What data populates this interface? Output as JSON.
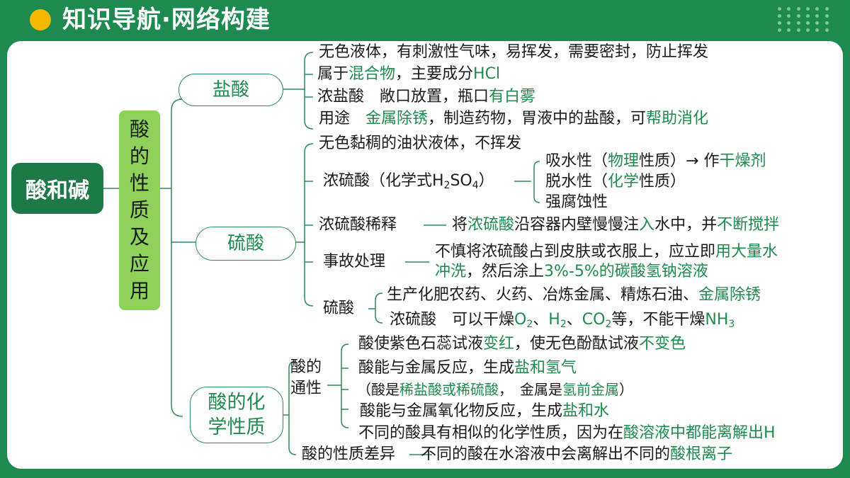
{
  "header": {
    "title": "知识导航·网络构建"
  },
  "colors": {
    "background": "#1d8a4f",
    "accent": "#f5b800",
    "dark_node": "#1d7a48",
    "light_node": "#8dd15a",
    "highlight_text": "#1f8a4c"
  },
  "root": {
    "label": "酸和碱"
  },
  "branch": {
    "chars": [
      "酸",
      "的",
      "性",
      "质",
      "及",
      "应",
      "用"
    ]
  },
  "hcl": {
    "label": "盐酸",
    "line1": "无色液体，有刺激性气味，易挥发，需要密封，防止挥发",
    "line2_a": "属于",
    "line2_b": "混合物",
    "line2_c": "，主要成分",
    "line2_d": "HCl",
    "line3_a": "浓盐酸　敞口放置，瓶口",
    "line3_b": "有白雾",
    "line4_a": "用途　",
    "line4_b": "金属除锈",
    "line4_c": "，制造药物，胃液中的盐酸，可",
    "line4_d": "帮助消化"
  },
  "h2so4": {
    "label": "硫酸",
    "line1": "无色黏稠的油状液体，不挥发",
    "conc_a": "浓硫酸（化学式H",
    "conc_sub1": "2",
    "conc_b": "SO",
    "conc_sub2": "4",
    "conc_c": "）",
    "prop1_a": "吸水性（",
    "prop1_b": "物理",
    "prop1_c": "性质）→ 作",
    "prop1_d": "干燥剂",
    "prop2_a": "脱水性（",
    "prop2_b": "化学",
    "prop2_c": "性质）",
    "prop3": "强腐蚀性",
    "dilute_label": "浓硫酸稀释",
    "dilute_a": "将",
    "dilute_b": "浓硫酸",
    "dilute_c": "沿容器内壁慢慢注",
    "dilute_d": "入",
    "dilute_e": "水中，并",
    "dilute_f": "不断搅拌",
    "accident_label": "事故处理",
    "accident_1a": "不慎将浓硫酸占到皮肤或衣服上，应立即",
    "accident_1b": "用大量水",
    "accident_2a": "冲洗",
    "accident_2b": "，然后涂上",
    "accident_2c": "3%-5%的碳酸氢钠溶液",
    "use_label": "硫酸",
    "use_1a": "生产化肥农药、火药、冶炼金属、精炼石油、",
    "use_1b": "金属除锈",
    "use_2a": "浓硫酸　可以干燥",
    "use_2b": "O",
    "use_2c": "2",
    "use_2d": "、",
    "use_2e": "H",
    "use_2f": "2",
    "use_2g": "、",
    "use_2h": "CO",
    "use_2i": "2",
    "use_2j": "等，不能干燥",
    "use_2k": "NH",
    "use_2l": "3"
  },
  "chem": {
    "label_1": "酸的化",
    "label_2": "学性质",
    "common_1": "酸的",
    "common_2": "通性",
    "p1_a": "酸使紫色石蕊试液",
    "p1_b": "变红",
    "p1_c": "，使无色酚酞试液",
    "p1_d": "不变色",
    "p2_a": "酸能与金属反应，生成",
    "p2_b": "盐和氢气",
    "p3_a": "（酸是",
    "p3_b": "稀盐酸或稀硫酸",
    "p3_c": "，　金属是",
    "p3_d": "氢前金属",
    "p3_e": "）",
    "p4_a": "酸能与金属氧化物反应，生成",
    "p4_b": "盐和水",
    "p5_a": "不同的酸具有相似的化学性质，因为在",
    "p5_b": "酸溶液中都能离解出H",
    "diff_a": "酸的性质差异",
    "diff_b": "不同的酸在水溶液中会离解出不同的",
    "diff_c": "酸根离子"
  }
}
